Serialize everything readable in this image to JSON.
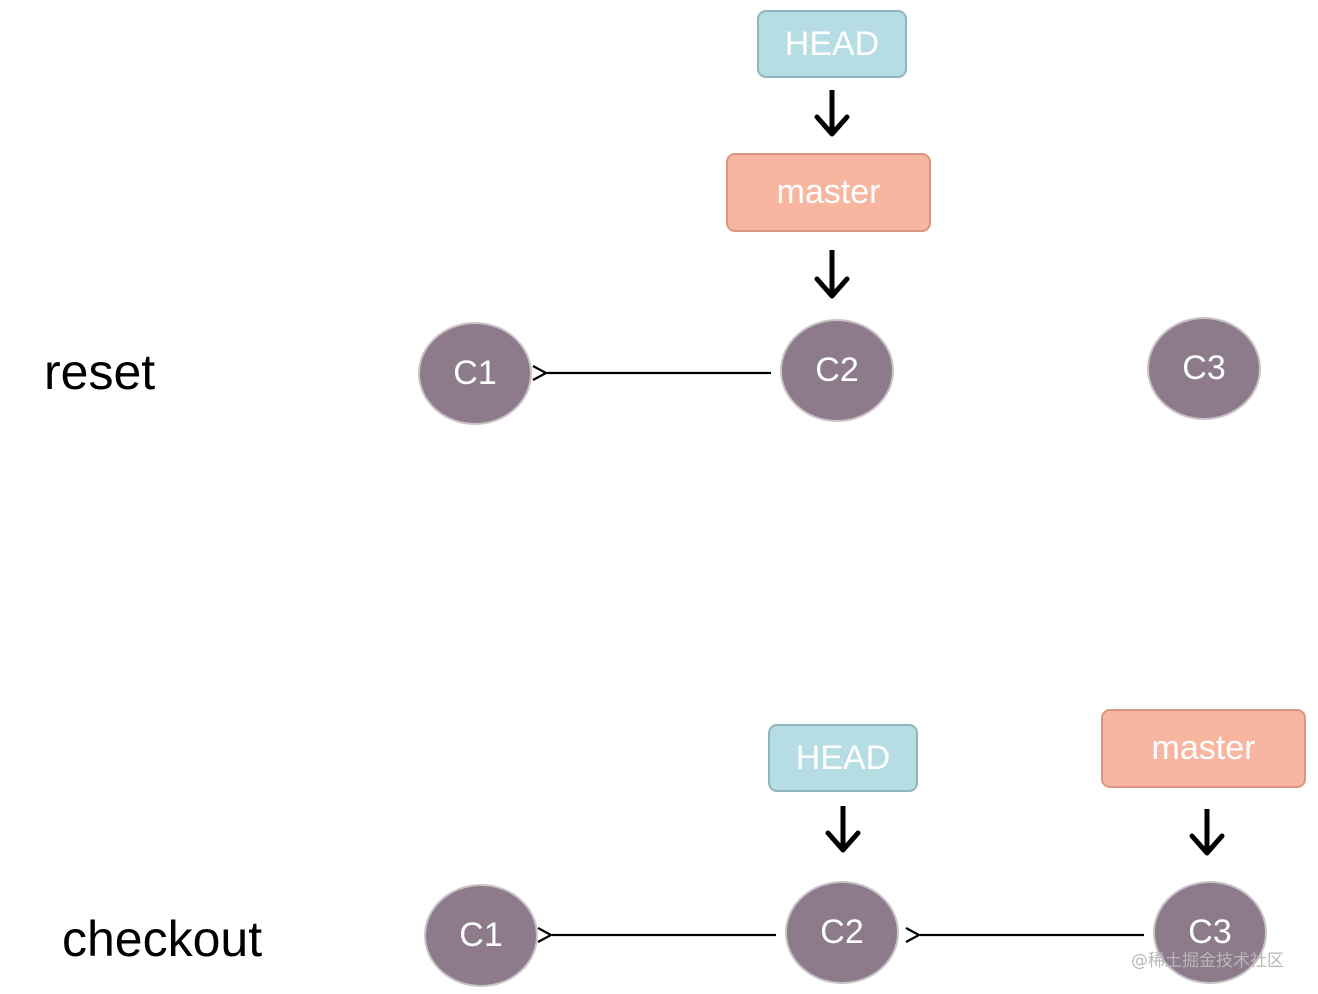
{
  "reset": {
    "label": "reset",
    "head": "HEAD",
    "branch": "master",
    "commits": [
      "C1",
      "C2",
      "C3"
    ]
  },
  "checkout": {
    "label": "checkout",
    "head": "HEAD",
    "branch": "master",
    "commits": [
      "C1",
      "C2",
      "C3"
    ]
  },
  "watermark": "@稀土掘金技术社区",
  "colors": {
    "head_fill": "#b7dde4",
    "branch_fill": "#f8b6a0",
    "commit_fill": "#8d7b8b",
    "label_text": "#ffffff"
  }
}
